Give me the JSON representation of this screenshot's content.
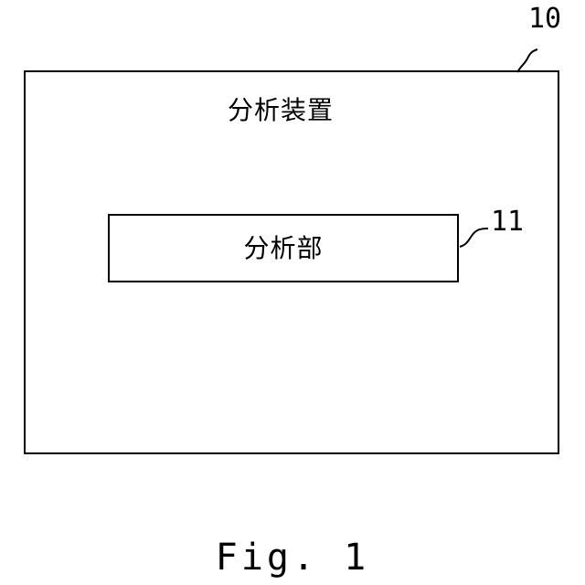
{
  "figure": {
    "caption": "Fig. 1",
    "device": {
      "label": "分析装置",
      "ref": "10"
    },
    "unit": {
      "label": "分析部",
      "ref": "11"
    }
  }
}
